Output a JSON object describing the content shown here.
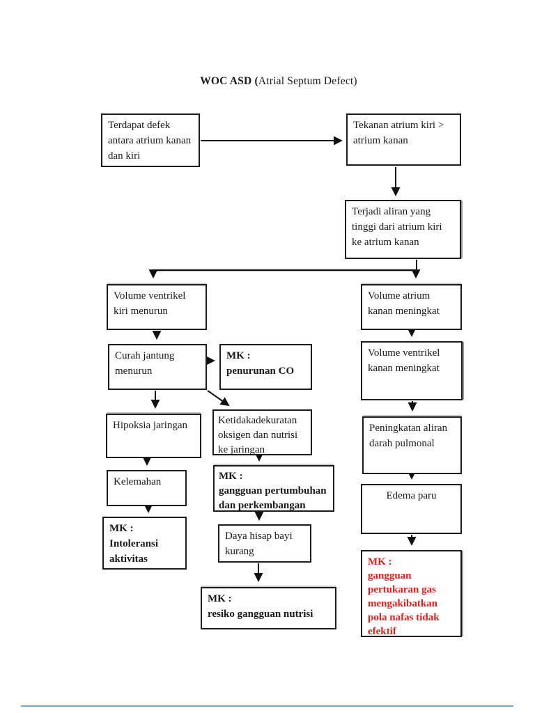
{
  "title": {
    "bold": "WOC ASD (",
    "regular": "Atrial Septum Defect)"
  },
  "colors": {
    "mk_alert_red": "#e02020",
    "box_border": "#1c1c1c",
    "footer_line_blue": "#74a3d4"
  },
  "nodes": {
    "terdapat_defek": "Terdapat defek\nantara atrium kanan\ndan kiri",
    "tekanan_atrium": "Tekanan atrium kiri >\natrium kanan",
    "terjadi_aliran": "Terjadi aliran yang\ntinggi dari atrium kiri\nke atrium kanan",
    "volume_ventrikel_kiri": "Volume ventrikel\nkiri menurun",
    "curah_jantung": "Curah jantung\nmenurun",
    "mk_penurunan_co": "MK :\npenurunan CO",
    "hipoksia_jaringan": "Hipoksia jaringan",
    "kelemahan": "Kelemahan",
    "mk_intoleransi": "MK :\nIntoleransi\naktivitas",
    "ketidakadekuratan": "Ketidakadekuratan\noksigen dan nutrisi\nke jaringan",
    "mk_pertumbuhan": "MK :\ngangguan pertumbuhan\ndan perkembangan",
    "daya_hisap": "Daya hisap bayi\nkurang",
    "mk_nutrisi": "MK :\nresiko gangguan nutrisi",
    "volume_atrium_kanan": "Volume atrium\nkanan meningkat",
    "volume_ventrikel_kanan": "Volume ventrikel\nkanan meningkat",
    "peningkatan_aliran": "Peningkatan aliran\ndarah pulmonal",
    "edema_paru": "Edema paru",
    "mk_pertukaran_gas": "MK :\ngangguan\npertukaran gas\nmengakibatkan\npola nafas tidak\nefektif"
  }
}
